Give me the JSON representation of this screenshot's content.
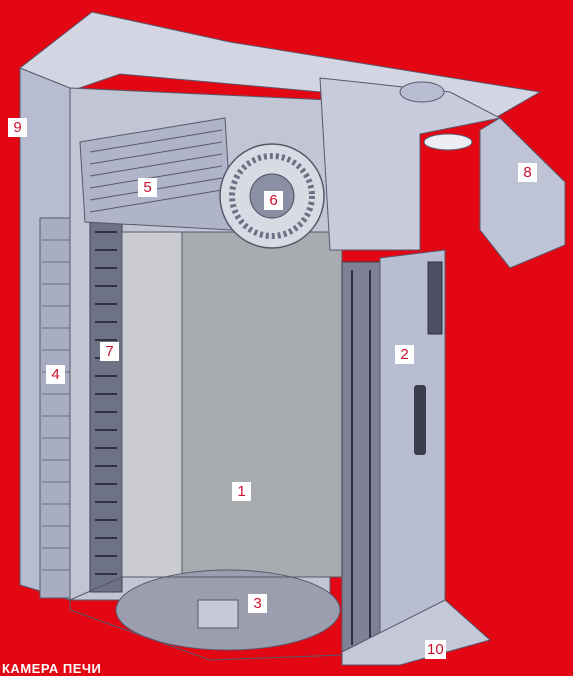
{
  "colors": {
    "background": "#e30613",
    "housing": "#c5c8d8",
    "housing_dark": "#9ea3b8",
    "housing_light": "#dfe1ec",
    "chamber": "#a8abb0",
    "chamber_light": "#c9cbd0",
    "outline": "#55596a",
    "label_text": "#c8102e"
  },
  "callouts": [
    "1",
    "2",
    "3",
    "4",
    "5",
    "6",
    "7",
    "8",
    "9",
    "10"
  ],
  "caption": "КАМЕРА ПЕЧИ"
}
